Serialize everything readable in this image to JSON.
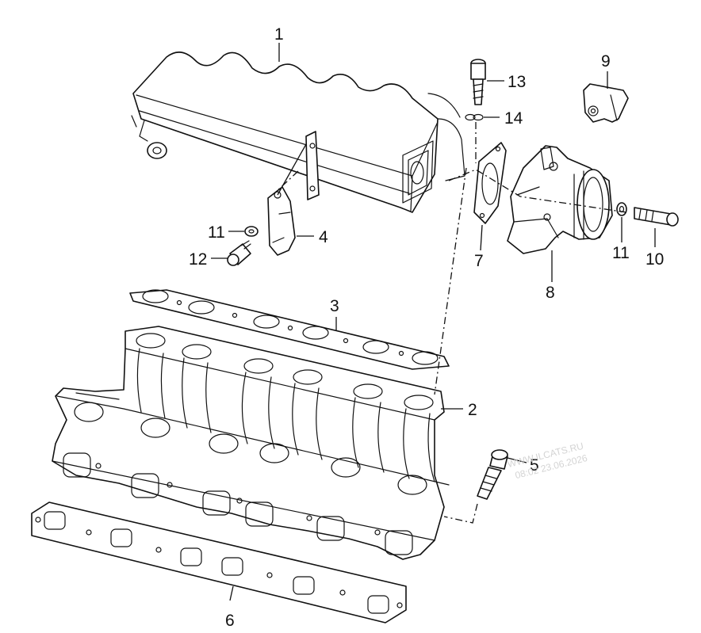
{
  "diagram": {
    "watermark_line1": "WWW.ILCATS.RU",
    "watermark_line2": "08:02 23.06.2026",
    "callouts": [
      {
        "id": "p1",
        "label": "1"
      },
      {
        "id": "p2",
        "label": "2"
      },
      {
        "id": "p3",
        "label": "3"
      },
      {
        "id": "p4",
        "label": "4"
      },
      {
        "id": "p5",
        "label": "5"
      },
      {
        "id": "p6",
        "label": "6"
      },
      {
        "id": "p7",
        "label": "7"
      },
      {
        "id": "p8",
        "label": "8"
      },
      {
        "id": "p9",
        "label": "9"
      },
      {
        "id": "p10",
        "label": "10"
      },
      {
        "id": "p11a",
        "label": "11"
      },
      {
        "id": "p11b",
        "label": "11"
      },
      {
        "id": "p12",
        "label": "12"
      },
      {
        "id": "p13",
        "label": "13"
      },
      {
        "id": "p14",
        "label": "14"
      }
    ]
  }
}
